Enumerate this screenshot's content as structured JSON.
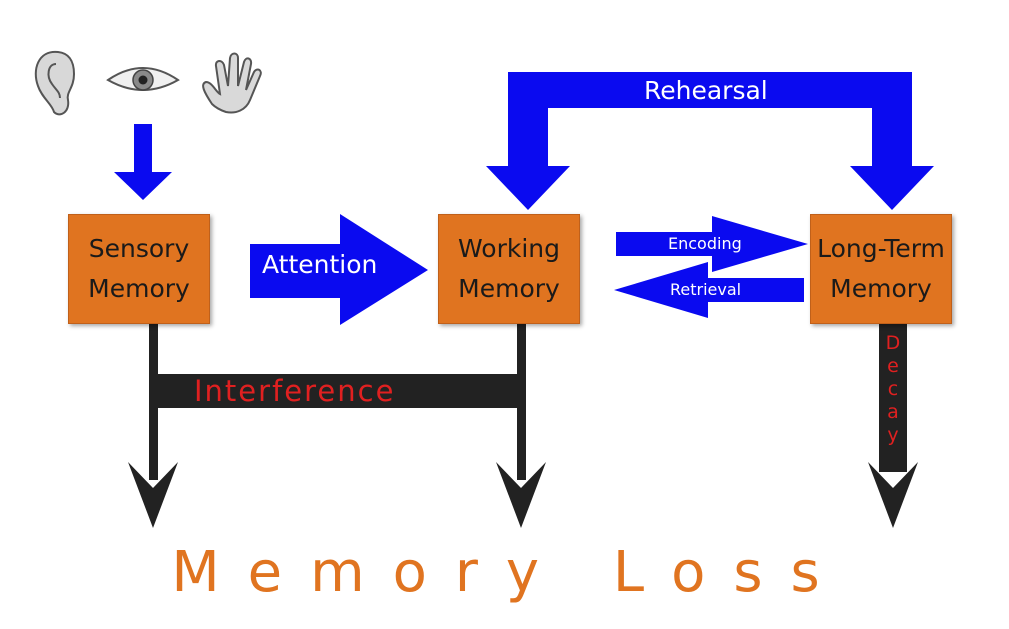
{
  "diagram": {
    "boxes": {
      "sensory": [
        "Sensory",
        "Memory"
      ],
      "working": [
        "Working",
        "Memory"
      ],
      "long_term": [
        "Long-Term",
        "Memory"
      ]
    },
    "arrows": {
      "attention": "Attention",
      "rehearsal": "Rehearsal",
      "encoding": "Encoding",
      "retrieval": "Retrieval",
      "interference": "Interference",
      "decay": [
        "D",
        "e",
        "c",
        "a",
        "y"
      ]
    },
    "title": "Memory Loss"
  },
  "icons": [
    "ear-icon",
    "eye-icon",
    "hand-icon"
  ],
  "colors": {
    "box": "#e07420",
    "arrow_blue": "#0a0af0",
    "arrow_dark": "#222222",
    "text_red": "#e02020",
    "title_orange": "#e07420"
  }
}
